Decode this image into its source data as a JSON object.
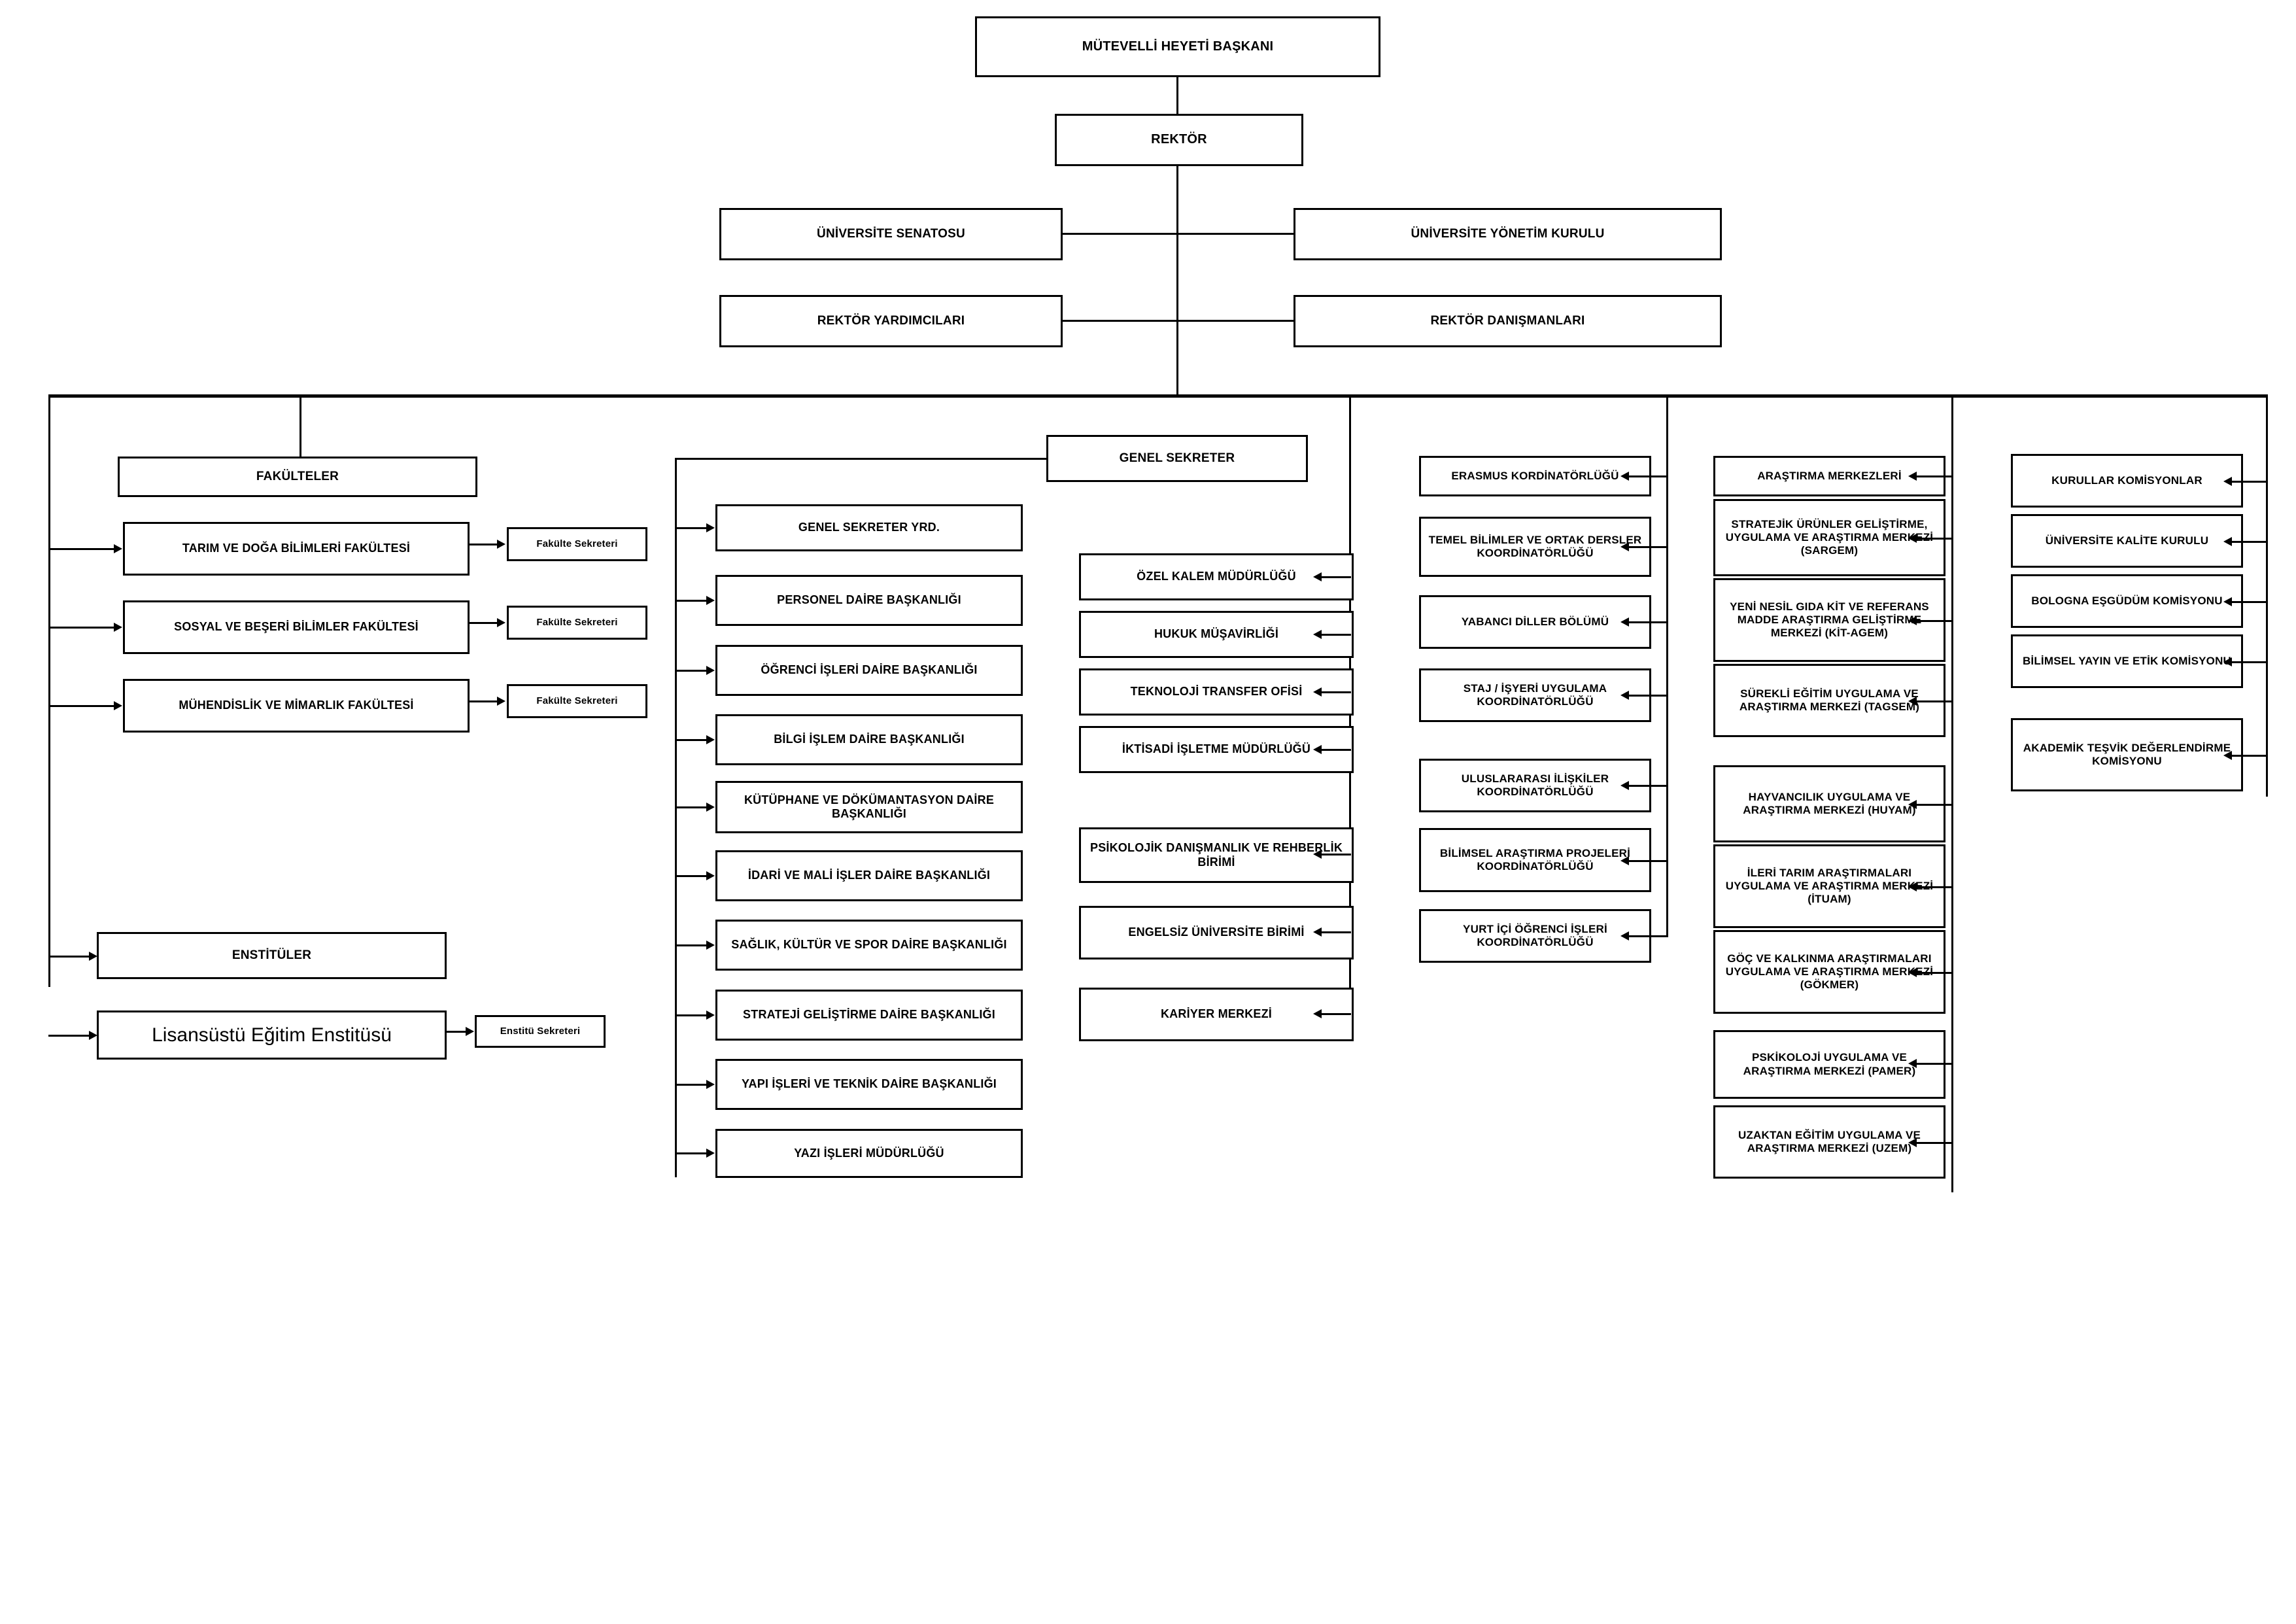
{
  "title": "Üniversite Organizasyon Şeması",
  "top": {
    "board_chair": "MÜTEVELLİ HEYETİ BAŞKANI",
    "rector": "REKTÖR",
    "senate": "ÜNİVERSİTE SENATOSU",
    "executive_board": "ÜNİVERSİTE YÖNETİM KURULU",
    "vice_rectors": "REKTÖR YARDIMCILARI",
    "rector_advisors": "REKTÖR DANIŞMANLARI"
  },
  "faculties": {
    "header": "FAKÜLTELER",
    "items": [
      {
        "label": "TARIM VE DOĞA BİLİMLERİ FAKÜLTESİ",
        "secretary": "Fakülte Sekreteri"
      },
      {
        "label": "SOSYAL VE BEŞERİ BİLİMLER FAKÜLTESİ",
        "secretary": "Fakülte Sekreteri"
      },
      {
        "label": "MÜHENDİSLİK VE MİMARLIK FAKÜLTESİ",
        "secretary": "Fakülte Sekreteri"
      }
    ]
  },
  "institutes": {
    "header": "ENSTİTÜLER",
    "items": [
      {
        "label": "Lisansüstü Eğitim Enstitüsü",
        "secretary": "Enstitü Sekreteri"
      }
    ]
  },
  "general_secretariat": {
    "header": "GENEL SEKRETER",
    "items": [
      "GENEL SEKRETER YRD.",
      "PERSONEL DAİRE BAŞKANLIĞI",
      "ÖĞRENCİ İŞLERİ DAİRE BAŞKANLIĞI",
      "BİLGİ İŞLEM DAİRE BAŞKANLIĞI",
      "KÜTÜPHANE VE DÖKÜMANTASYON DAİRE BAŞKANLIĞI",
      "İDARİ VE MALİ İŞLER DAİRE BAŞKANLIĞI",
      "SAĞLIK, KÜLTÜR VE SPOR DAİRE BAŞKANLIĞI",
      "STRATEJİ GELİŞTİRME DAİRE BAŞKANLIĞI",
      "YAPI İŞLERİ VE TEKNİK DAİRE BAŞKANLIĞI",
      "YAZI İŞLERİ MÜDÜRLÜĞÜ"
    ]
  },
  "rector_units": {
    "items": [
      "ÖZEL KALEM MÜDÜRLÜĞÜ",
      "HUKUK MÜŞAVİRLİĞİ",
      "TEKNOLOJİ TRANSFER OFİSİ",
      "İKTİSADİ İŞLETME MÜDÜRLÜĞÜ",
      "PSİKOLOJİK DANIŞMANLIK VE REHBERLİK BİRİMİ",
      "ENGELSİZ ÜNİVERSİTE BİRİMİ",
      "KARİYER MERKEZİ"
    ]
  },
  "coordinations": {
    "items": [
      "ERASMUS KORDİNATÖRLÜĞÜ",
      "TEMEL BİLİMLER VE ORTAK DERSLER KOORDİNATÖRLÜĞÜ",
      "YABANCI DİLLER BÖLÜMÜ",
      "STAJ / İŞYERİ UYGULAMA KOORDİNATÖRLÜĞÜ",
      "ULUSLARARASI İLİŞKİLER KOORDİNATÖRLÜĞÜ",
      "BİLİMSEL ARAŞTIRMA PROJELERİ KOORDİNATÖRLÜĞÜ",
      "YURT İÇİ ÖĞRENCİ İŞLERİ KOORDİNATÖRLÜĞÜ"
    ]
  },
  "research_centers": {
    "header": "ARAŞTIRMA MERKEZLERİ",
    "items": [
      "STRATEJİK ÜRÜNLER GELİŞTİRME, UYGULAMA VE ARAŞTIRMA MERKEZİ (SARGEM)",
      "YENİ NESİL GIDA KİT VE REFERANS MADDE ARAŞTIRMA GELİŞTİRME MERKEZİ (KİT-AGEM)",
      "SÜREKLİ EĞİTİM UYGULAMA VE ARAŞTIRMA MERKEZİ (TAGSEM)",
      "HAYVANCILIK UYGULAMA VE ARAŞTIRMA MERKEZİ (HUYAM)",
      "İLERİ TARIM ARAŞTIRMALARI UYGULAMA VE ARAŞTIRMA MERKEZİ (İTUAM)",
      "GÖÇ VE KALKINMA ARAŞTIRMALARI UYGULAMA VE ARAŞTIRMA MERKEZİ (GÖKMER)",
      "PSKİKOLOJİ UYGULAMA VE ARAŞTIRMA MERKEZİ (PAMER)",
      "UZAKTAN EĞİTİM UYGULAMA VE ARAŞTIRMA MERKEZİ (UZEM)"
    ]
  },
  "boards": {
    "header": "KURULLAR KOMİSYONLAR",
    "items": [
      "ÜNİVERSİTE KALİTE KURULU",
      "BOLOGNA EŞGÜDÜM KOMİSYONU",
      "BİLİMSEL YAYIN VE ETİK KOMİSYONU",
      "AKADEMİK TEŞVİK DEĞERLENDİRME KOMİSYONU"
    ]
  },
  "colors": {
    "line": "#000000",
    "box_fill": "#ffffff",
    "text": "#000000"
  }
}
